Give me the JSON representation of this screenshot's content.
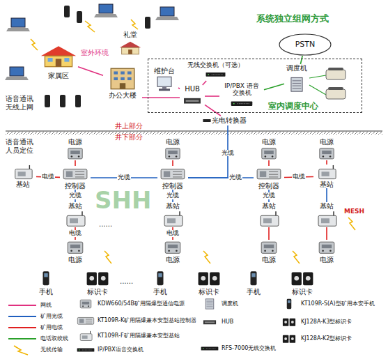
{
  "diagram": {
    "title": "系统独立组网方式",
    "nodes": [
      {
        "text": [
          "PSTN"
        ]
      },
      {
        "text": [
          "室内调度中心"
        ]
      },
      {
        "text": [
          "维护台"
        ],
        "in": 1
      },
      {
        "text": [
          "无线交换机（可选）"
        ],
        "in": 1
      },
      {
        "text": [
          "HUB"
        ],
        "in": 1
      },
      {
        "text": [
          "IP/PBX 语音交换机"
        ],
        "in": 1
      },
      {
        "text": [
          "调度机"
        ],
        "in": 1
      },
      {
        "text": [
          "光电转换器"
        ]
      },
      {
        "text": [
          "办公大楼"
        ]
      },
      {
        "text": [
          "礼堂"
        ]
      },
      {
        "text": [
          "家属区"
        ]
      },
      {
        "text": [
          "控制器"
        ]
      },
      {
        "text": [
          "控制器"
        ]
      },
      {
        "text": [
          "控制器"
        ]
      },
      {
        "text": [
          "电源"
        ]
      },
      {
        "text": [
          "电源"
        ]
      },
      {
        "text": [
          "电源"
        ]
      },
      {
        "text": [
          "基站"
        ]
      },
      {
        "text": [
          "基站"
        ]
      },
      {
        "text": [
          "电源"
        ]
      },
      {
        "text": [
          "基站"
        ]
      },
      {
        "text": [
          "电源"
        ]
      },
      {
        "text": [
          "基站"
        ]
      },
      {
        "text": [
          "电源"
        ]
      },
      {
        "text": [
          "基站"
        ]
      },
      {
        "text": [
          "电源"
        ]
      },
      {
        "text": [
          "基站"
        ]
      },
      {
        "text": [
          "电源"
        ]
      },
      {
        "text": [
          "手机"
        ]
      },
      {
        "text": [
          "标识卡"
        ]
      },
      {
        "text": [
          "手机"
        ]
      },
      {
        "text": [
          "标识卡"
        ]
      },
      {
        "text": [
          "手机"
        ]
      },
      {
        "text": [
          "标识卡"
        ]
      }
    ],
    "edges": [
      {
        "from": 2,
        "to": 4,
        "arrow": "none"
      },
      {
        "from": 3,
        "to": 4,
        "arrow": "none"
      },
      {
        "from": 4,
        "to": 5,
        "arrow": "none"
      },
      {
        "from": 5,
        "to": 6,
        "arrow": "none"
      },
      {
        "from": 6,
        "to": 0,
        "arrow": "none"
      },
      {
        "from": 8,
        "to": 4,
        "arrow": "none"
      },
      {
        "from": 10,
        "to": 8,
        "arrow": "none"
      },
      {
        "from": 4,
        "to": 7,
        "arrow": "none"
      },
      {
        "from": 7,
        "to": 12,
        "label": "光缆",
        "arrow": "none"
      },
      {
        "from": 11,
        "to": 12,
        "label": "光缆",
        "arrow": "none"
      },
      {
        "from": 12,
        "to": 13,
        "label": "光缆",
        "arrow": "none"
      },
      {
        "from": 17,
        "to": 11,
        "label": "电缆",
        "arrow": "none"
      },
      {
        "from": 13,
        "to": 18,
        "label": "电缆",
        "arrow": "none"
      },
      {
        "from": 14,
        "to": 11,
        "arrow": "none"
      },
      {
        "from": 15,
        "to": 12,
        "arrow": "none"
      },
      {
        "from": 16,
        "to": 13,
        "arrow": "none"
      },
      {
        "from": 19,
        "to": 18,
        "arrow": "none"
      },
      {
        "from": 11,
        "to": 20,
        "label": "光缆",
        "arrow": "none"
      },
      {
        "from": 12,
        "to": 22,
        "label": "光缆",
        "arrow": "none"
      },
      {
        "from": 13,
        "to": 24,
        "label": "光缆",
        "arrow": "none"
      },
      {
        "from": 18,
        "to": 26,
        "arrow": "none"
      },
      {
        "from": 20,
        "to": 21,
        "label": "电缆",
        "arrow": "none"
      },
      {
        "from": 22,
        "to": 23,
        "label": "电缆",
        "arrow": "none"
      },
      {
        "from": 24,
        "to": 25,
        "arrow": "none"
      },
      {
        "from": 26,
        "to": 27,
        "arrow": "none"
      }
    ],
    "labels": [
      "室外环境",
      "语音通讯 无线上网",
      "井上部分",
      "井下部分",
      "语音通讯 人员定位",
      "......",
      "......",
      "MESH",
      "SHH"
    ],
    "legend": [
      {
        "text": "网线"
      },
      {
        "text": "矿用光缆"
      },
      {
        "text": "矿用电缆"
      },
      {
        "text": "电话双绞线"
      },
      {
        "text": "无线传输"
      },
      {
        "text": "KDW660/54B矿用隔爆型通信电源"
      },
      {
        "text": "KT109R-K矿用隔爆兼本安型基站控制器"
      },
      {
        "text": "KT109R-F矿用隔爆兼本安型基站"
      },
      {
        "text": "IP/PBX语音交换机"
      },
      {
        "text": "调度机"
      },
      {
        "text": "HUB"
      },
      {
        "text": "RFS-7000无线交换机"
      },
      {
        "text": "KT109R-S(A)型矿用本安手机"
      },
      {
        "text": "KJ128A-K3型标识卡"
      },
      {
        "text": "KJ128A-K2型标识卡"
      }
    ]
  }
}
